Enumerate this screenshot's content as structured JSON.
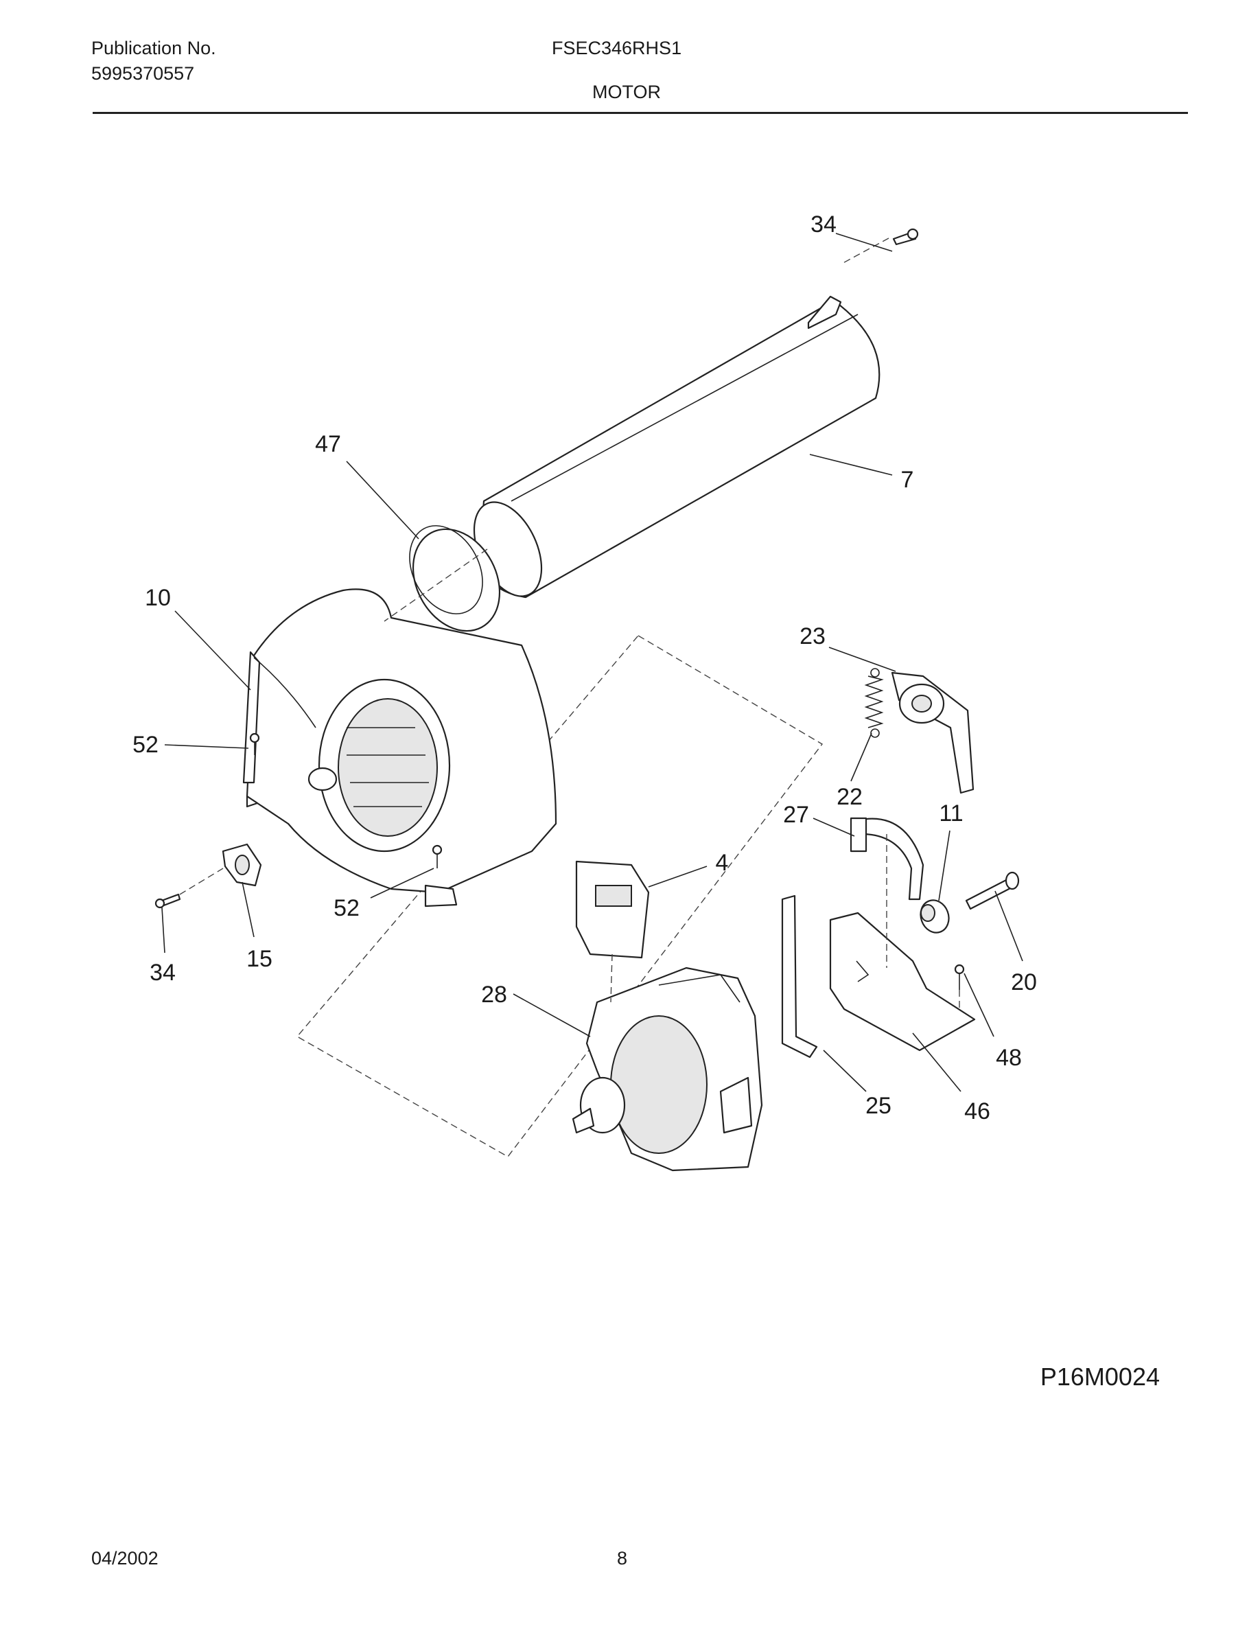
{
  "header": {
    "publication_label": "Publication No.",
    "publication_number": "5995370557",
    "model": "FSEC346RHS1",
    "section": "MOTOR"
  },
  "diagram": {
    "reference_code": "P16M0024",
    "callouts": {
      "c34_top": "34",
      "c47": "47",
      "c7": "7",
      "c10": "10",
      "c23": "23",
      "c52_left": "52",
      "c22": "22",
      "c27": "27",
      "c11": "11",
      "c4": "4",
      "c52_bottom": "52",
      "c34_left": "34",
      "c15": "15",
      "c20": "20",
      "c28": "28",
      "c48": "48",
      "c25": "25",
      "c46": "46"
    }
  },
  "footer": {
    "date": "04/2002",
    "page": "8"
  }
}
